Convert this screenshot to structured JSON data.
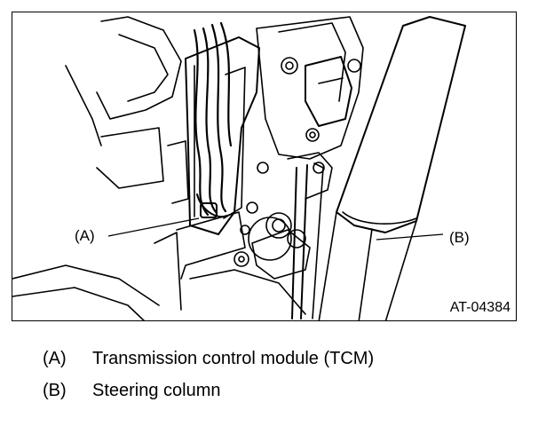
{
  "figure": {
    "callout_a": "(A)",
    "callout_b": "(B)",
    "figure_id": "AT-04384"
  },
  "legend": [
    {
      "key": "(A)",
      "text": "Transmission control module (TCM)"
    },
    {
      "key": "(B)",
      "text": "Steering column"
    }
  ]
}
